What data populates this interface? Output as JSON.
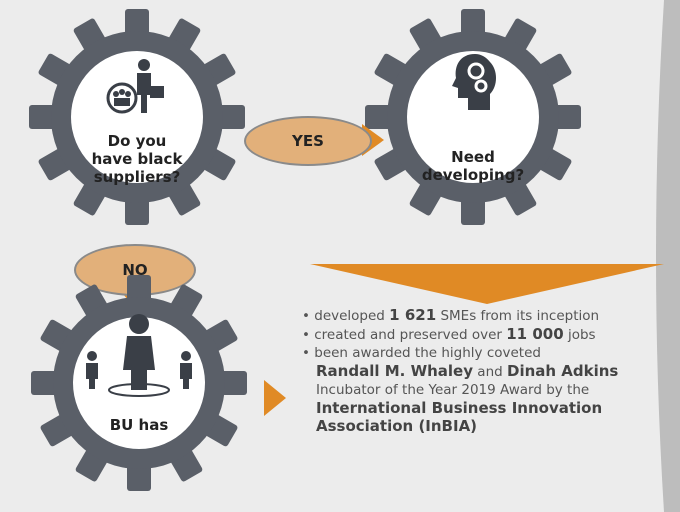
{
  "gear1": {
    "label_lines": [
      "Do you",
      "have black",
      "suppliers?"
    ]
  },
  "gear2": {
    "label_lines": [
      "Need",
      "developing?"
    ]
  },
  "gear3": {
    "label": "BU has"
  },
  "yes_label": "YES",
  "no_label": "NO",
  "bullets": {
    "b1_prefix": "• developed ",
    "b1_num": "1 621",
    "b1_suffix": " SMEs from its inception",
    "b2_prefix": "• created and preserved over ",
    "b2_num": "11 000",
    "b2_suffix": " jobs",
    "b3_text": "• been awarded the highly coveted",
    "b3_name1": "Randall M. Whaley",
    "b3_and": " and ",
    "b3_name2": "Dinah Adkins",
    "b3_award": "Incubator of the Year 2019 Award by the",
    "b3_org1": "International Business Innovation",
    "b3_org2": "Association (InBIA)"
  },
  "colors": {
    "gear": "#5a5f68",
    "accent": "#e08a25",
    "pill": "#e2b07a",
    "icon": "#3a3f47"
  }
}
